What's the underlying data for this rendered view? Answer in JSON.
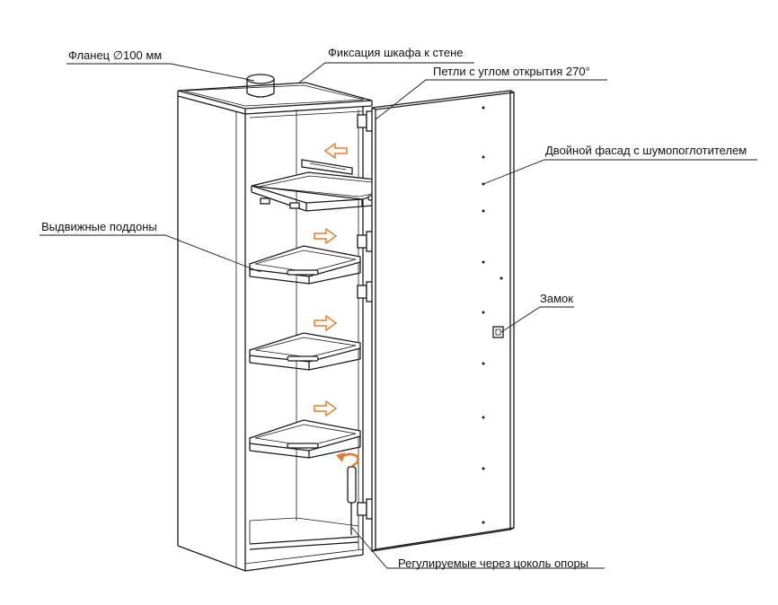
{
  "labels": {
    "flange": "Фланец  ∅100 мм",
    "wall_fixing": "Фиксация шкафа к стене",
    "hinges": "Петли с углом открытия 270°",
    "double_facade": "Двойной фасад с шумопоглотителем",
    "trays": "Выдвижные поддоны",
    "lock": "Замок",
    "feet": "Регулируемые через цоколь опоры"
  },
  "colors": {
    "line": "#1a1a1a",
    "arrow": "#e8782a",
    "background": "#ffffff"
  }
}
